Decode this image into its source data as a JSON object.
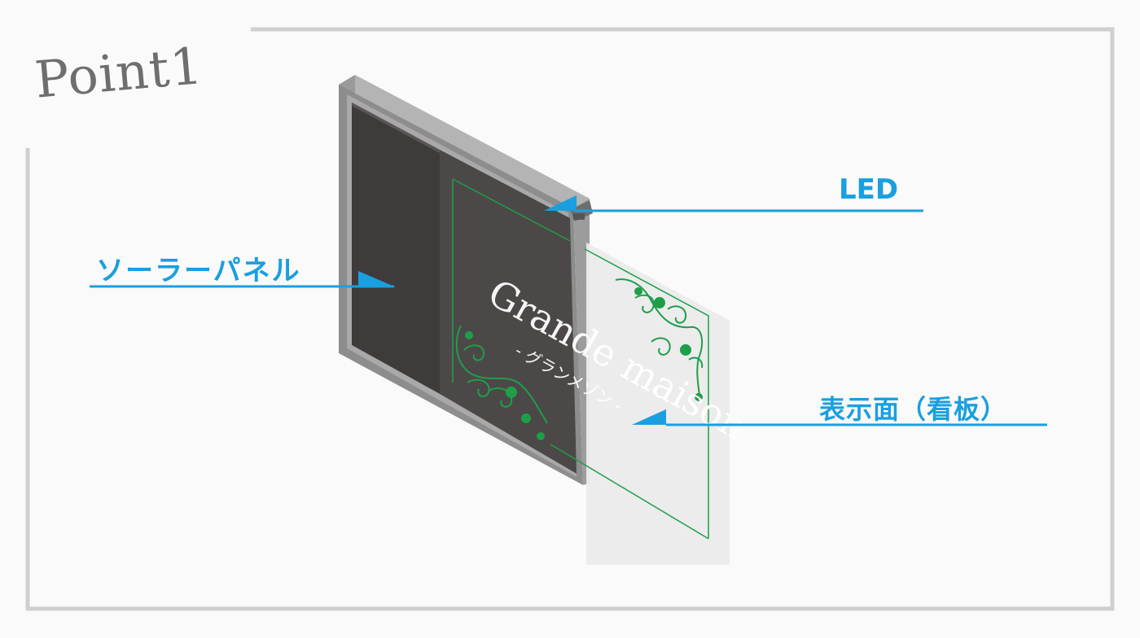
{
  "title": "Point1",
  "labels": {
    "led": "LED",
    "solar_panel": "ソーラーパネル",
    "display_surface": "表示面（看板）"
  },
  "sign": {
    "main_text": "Grande maison",
    "sub_text": "- グランメゾン -"
  },
  "colors": {
    "accent": "#1a9fe0",
    "frame_border": "#cfcfcf",
    "ornament_green": "#1f9e4a",
    "panel_dark": "#4a4646",
    "housing_gray": "#8e8e8e"
  }
}
